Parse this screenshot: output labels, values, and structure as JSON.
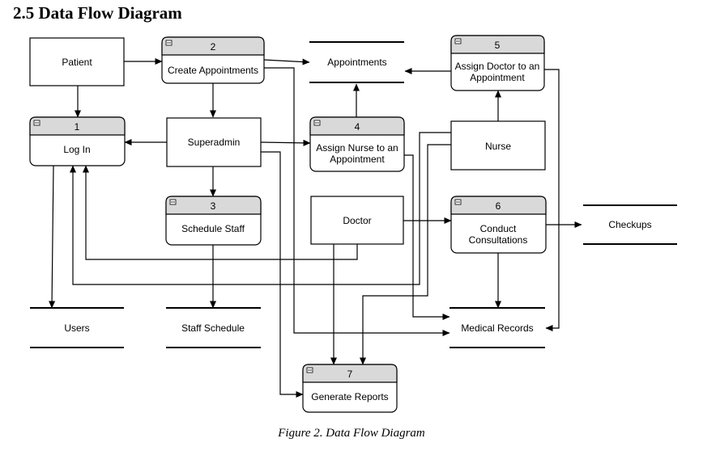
{
  "heading": "2.5  Data Flow Diagram",
  "caption": "Figure 2. Data Flow Diagram",
  "entities": {
    "patient": "Patient",
    "superadmin": "Superadmin",
    "nurse": "Nurse",
    "doctor": "Doctor"
  },
  "processes": [
    {
      "id": "log-in",
      "number": "1",
      "lines": [
        "Log In"
      ]
    },
    {
      "id": "create-appointments",
      "number": "2",
      "lines": [
        "Create Appointments"
      ]
    },
    {
      "id": "schedule-staff",
      "number": "3",
      "lines": [
        "Schedule Staff"
      ]
    },
    {
      "id": "assign-nurse",
      "number": "4",
      "lines": [
        "Assign Nurse to an",
        "Appointment"
      ]
    },
    {
      "id": "assign-doctor",
      "number": "5",
      "lines": [
        "Assign Doctor to an",
        "Appointment"
      ]
    },
    {
      "id": "conduct-consultations",
      "number": "6",
      "lines": [
        "Conduct",
        "Consultations"
      ]
    },
    {
      "id": "generate-reports",
      "number": "7",
      "lines": [
        "Generate Reports"
      ]
    }
  ],
  "stores": {
    "appointments": "Appointments",
    "users": "Users",
    "staff_schedule": "Staff Schedule",
    "medical_records": "Medical Records",
    "checkups": "Checkups"
  }
}
